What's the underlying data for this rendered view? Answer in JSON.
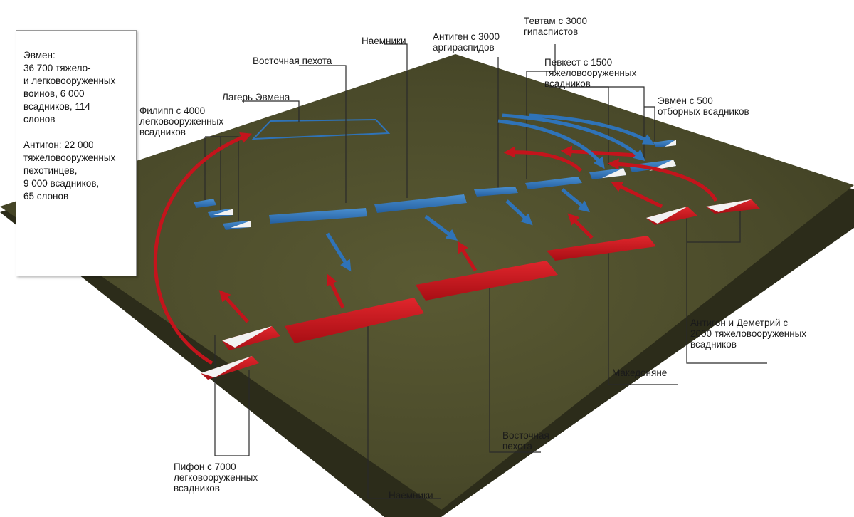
{
  "legend": {
    "eumenes": "Эвмен:\n36 700 тяжело-\nи легковооруженных\nвоинов, 6 000\nвсадников, 114\nслонов",
    "antigonus": "Антигон: 22 000\nтяжеловооруженных\nпехотинцев,\n9 000 всадников,\n65 слонов"
  },
  "labels": {
    "eastern_infantry_blue": "Восточная пехота",
    "mercenaries_blue": "Наемники",
    "antigenes": "Антиген с 3000\nаргираспидов",
    "teutamus": "Тевтам с 3000\nгипаспистов",
    "peucestas": "Певкест  с 1500\nтяжеловооруженных\nвсадников",
    "eumenes_camp": "Лагерь Эвмена",
    "philip": "Филипп с 4000\nлегковооруженных\nвсадников",
    "eumenes_500": "Эвмен с 500\nотборных всадников",
    "antigonus_demetrius": "Антигон и Деметрий с\n2000 тяжеловооруженных\nвсадников",
    "macedonians": "Македоняне",
    "eastern_infantry_red": "Восточная\nпехота",
    "pithon": "Пифон с 7000\nлегковооруженных\nвсадников",
    "mercenaries_red": "Наемники"
  },
  "colors": {
    "terrain": "#4a4a2a",
    "blue_army": "#2f73b8",
    "red_army": "#c4141c",
    "label_text": "#1a1a1a",
    "leader_lines": "#2a2a2a"
  }
}
